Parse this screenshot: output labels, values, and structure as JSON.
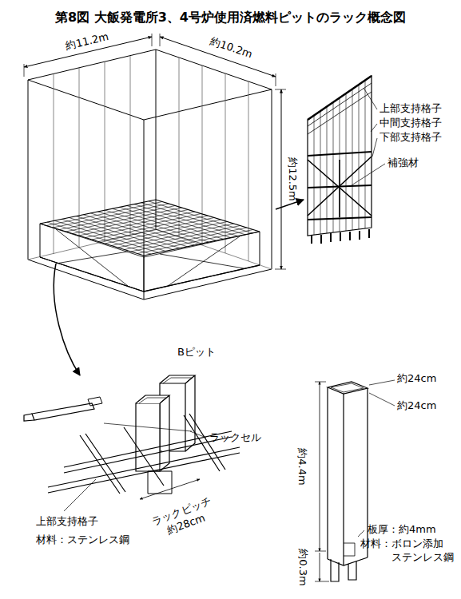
{
  "diagram": {
    "title": "第8図 大飯発電所3、4号炉使用済燃料ピットのラック概念図",
    "labels": [
      "約11.2m",
      "約10.2m",
      "約12.5m",
      "上部支持格子",
      "中間支持格子",
      "下部支持格子",
      "補強材",
      "Bピット",
      "ラックセル",
      "約24cm",
      "約24cm",
      "約4.4m",
      "約0.3m",
      "上部支持格子",
      "材料：ステンレス鋼",
      "ラックピッチ 約28cm",
      "板厚：約4mm",
      "材料：ボロン添加 ステンレス鋼"
    ]
  }
}
